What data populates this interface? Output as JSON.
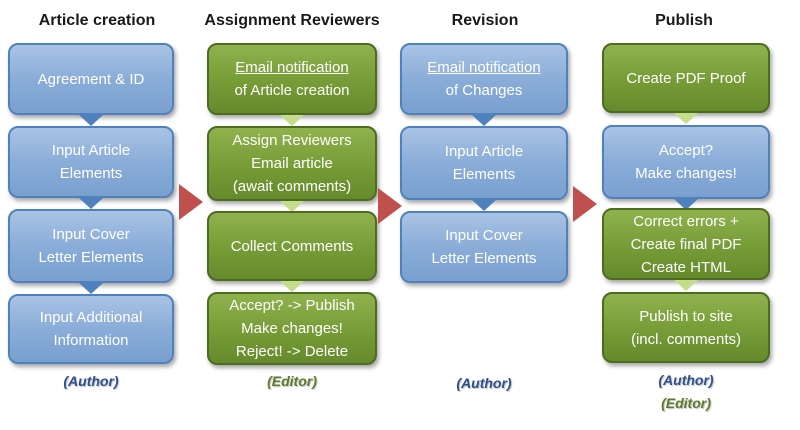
{
  "columns": [
    {
      "title": "Article creation",
      "boxes": [
        {
          "lines": [
            "Agreement & ID"
          ]
        },
        {
          "lines": [
            "Input Article",
            "Elements"
          ]
        },
        {
          "lines": [
            "Input Cover",
            "Letter Elements"
          ]
        },
        {
          "lines": [
            "Input Additional",
            "Information"
          ]
        }
      ],
      "roles": [
        "(Author)"
      ]
    },
    {
      "title": "Assignment Reviewers",
      "boxes": [
        {
          "lines": [
            "Email notification",
            "of Article creation"
          ]
        },
        {
          "lines": [
            "Assign Reviewers",
            "Email article",
            "(await comments)"
          ]
        },
        {
          "lines": [
            "Collect Comments"
          ]
        },
        {
          "lines": [
            "Accept? -> Publish",
            "Make changes!",
            "Reject! -> Delete"
          ]
        }
      ],
      "roles": [
        "(Editor)"
      ]
    },
    {
      "title": "Revision",
      "boxes": [
        {
          "lines": [
            "Email notification",
            "of Changes"
          ]
        },
        {
          "lines": [
            "Input Article",
            "Elements"
          ]
        },
        {
          "lines": [
            "Input Cover",
            "Letter Elements"
          ]
        }
      ],
      "roles": [
        "(Author)"
      ]
    },
    {
      "title": "Publish",
      "boxes": [
        {
          "lines": [
            "Create PDF Proof"
          ]
        },
        {
          "lines": [
            "Accept?",
            "Make changes!"
          ]
        },
        {
          "lines": [
            "Correct errors +",
            "Create final PDF",
            "Create HTML"
          ]
        },
        {
          "lines": [
            "Publish to site",
            "(incl. comments)"
          ]
        }
      ],
      "roles": [
        "(Author)",
        "(Editor)"
      ]
    }
  ],
  "colors": {
    "blue_box": "#8aadd8",
    "blue_border": "#4f81bd",
    "green_box": "#769c37",
    "green_border": "#4e6b22",
    "stage_arrow": "#c0504d",
    "author_text": "#2f4f8f",
    "editor_text": "#5e7a2a"
  }
}
